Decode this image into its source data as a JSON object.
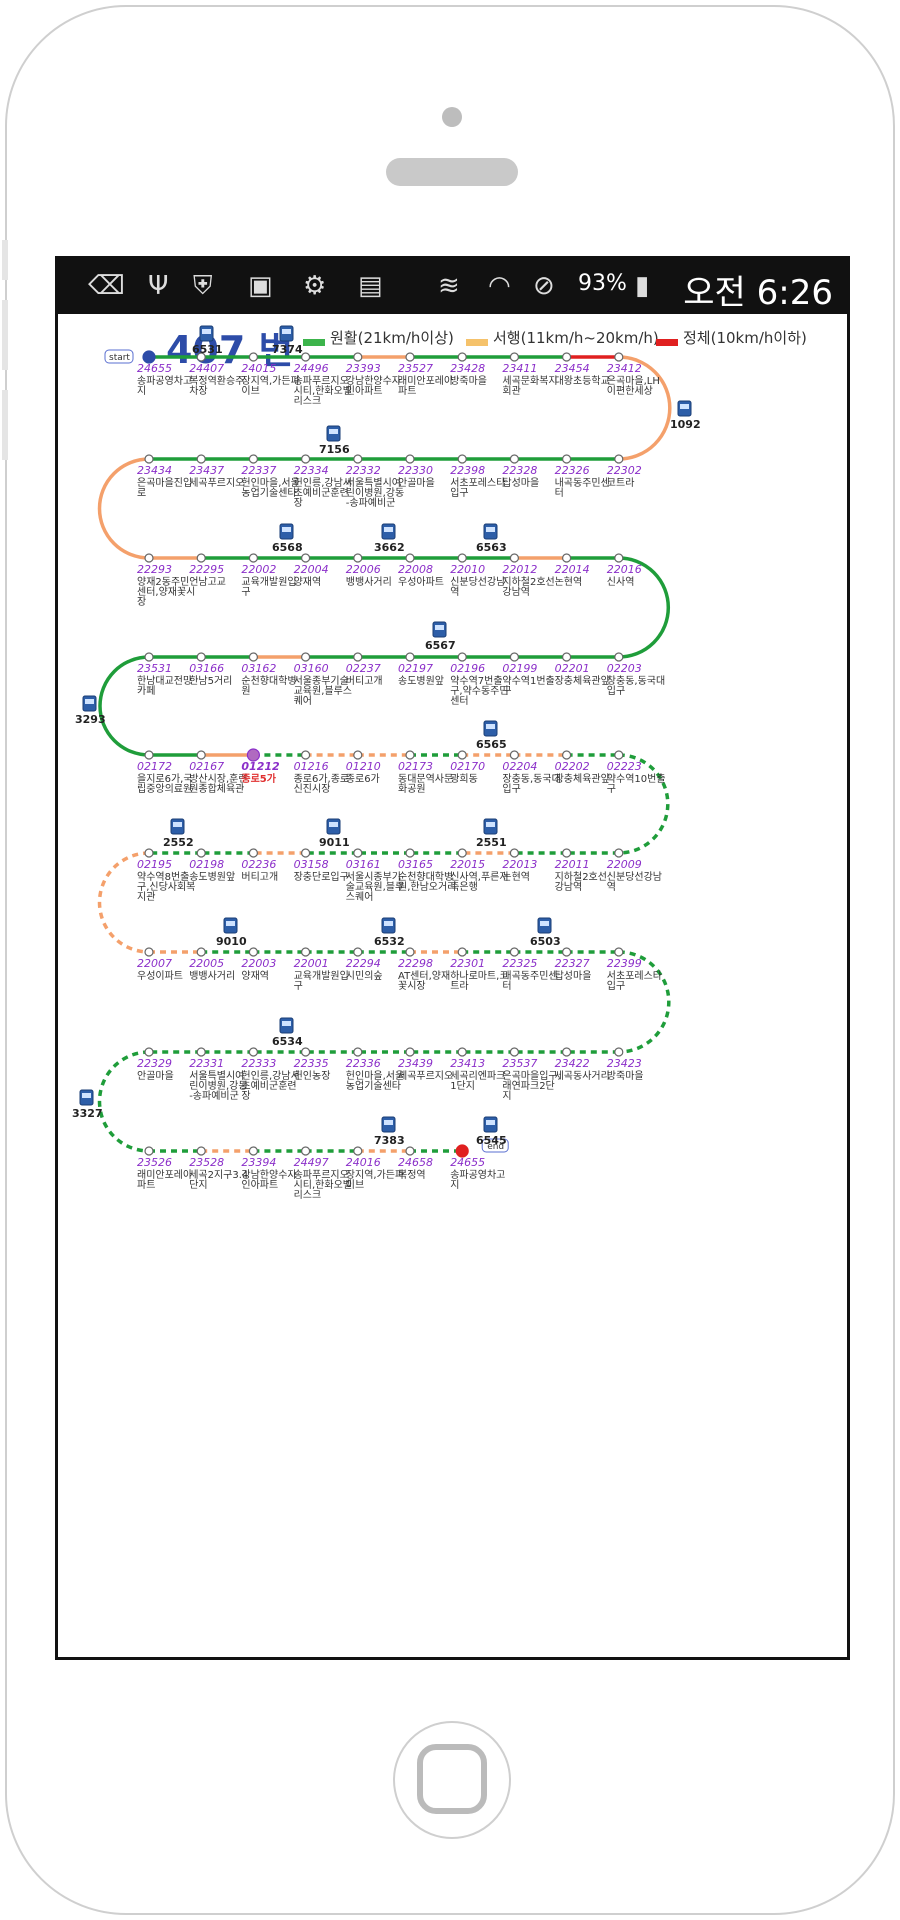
{
  "status_bar": {
    "battery_percent": "93%",
    "time": "오전 6:26",
    "icons": [
      "back-arrow-icon",
      "usb-icon",
      "shield-sync-icon",
      "image-icon",
      "android-debug-icon",
      "no-sim-icon",
      "vibrate-mute-icon",
      "wifi-icon",
      "block-icon",
      "battery-charging-icon"
    ]
  },
  "header": {
    "route_number": "407 번",
    "legend": [
      {
        "label": "원활(21km/h이상)",
        "color": "#3cb44b"
      },
      {
        "label": "서행(11km/h~20km/h)",
        "color": "#f5c26b"
      },
      {
        "label": "정체(10km/h이하)",
        "color": "#e02020"
      }
    ]
  },
  "tags": {
    "start": "start",
    "end": "end"
  },
  "colors": {
    "green": "#1f9d3a",
    "orange": "#f4a06b",
    "red": "#e02020",
    "accent": "#2d4ca8"
  },
  "rows": [
    {
      "stations": [
        {
          "id": "24655",
          "name": "송파공영차고|지",
          "start": true
        },
        {
          "id": "24407",
          "name": "복정역환승주|차장"
        },
        {
          "id": "24015",
          "name": "장지역,가든파|이브"
        },
        {
          "id": "24496",
          "name": "송파푸르지오|시티,한화오벨|리스크"
        },
        {
          "id": "23393",
          "name": "강남한양수자|인아파트"
        },
        {
          "id": "23527",
          "name": "래미안포레아|파트"
        },
        {
          "id": "23428",
          "name": "방죽마을"
        },
        {
          "id": "23411",
          "name": "세곡문화복지|회관"
        },
        {
          "id": "23454",
          "name": "대왕초등학교"
        },
        {
          "id": "23412",
          "name": "은곡마을,LH|이편한세상"
        }
      ],
      "segments": [
        "g",
        "g",
        "g",
        "g",
        "o",
        "g",
        "g",
        "g",
        "r"
      ]
    },
    {
      "stations": [
        {
          "id": "22302",
          "name": "코트라"
        },
        {
          "id": "22326",
          "name": "내곡동주민센|터"
        },
        {
          "id": "22328",
          "name": "탑성마을"
        },
        {
          "id": "22398",
          "name": "서초포레스타|입구"
        },
        {
          "id": "22330",
          "name": "안골마을"
        },
        {
          "id": "22332",
          "name": "서울특별시여|린이병원,강동|-송파예비군"
        },
        {
          "id": "22334",
          "name": "헌인릉,강남서|초예비군훈련|장"
        },
        {
          "id": "22337",
          "name": "헌인마을,서울|농업기술센타"
        },
        {
          "id": "23437",
          "name": "세곡푸르지오"
        },
        {
          "id": "23434",
          "name": "은곡마을진입|로"
        }
      ],
      "segments": [
        "g",
        "g",
        "g",
        "g",
        "g",
        "g",
        "g",
        "g",
        "g"
      ]
    },
    {
      "stations": [
        {
          "id": "22293",
          "name": "양재2동주민|센터,양재꽃시|장"
        },
        {
          "id": "22295",
          "name": "언남고교"
        },
        {
          "id": "22002",
          "name": "교육개발원입|구"
        },
        {
          "id": "22004",
          "name": "양재역"
        },
        {
          "id": "22006",
          "name": "뱅뱅사거리"
        },
        {
          "id": "22008",
          "name": "우성아파트"
        },
        {
          "id": "22010",
          "name": "신분당선강남|역"
        },
        {
          "id": "22012",
          "name": "지하철2호선|강남역"
        },
        {
          "id": "22014",
          "name": "논현역"
        },
        {
          "id": "22016",
          "name": "신사역"
        }
      ],
      "segments": [
        "o",
        "g",
        "g",
        "g",
        "g",
        "g",
        "g",
        "o",
        "g"
      ]
    },
    {
      "stations": [
        {
          "id": "02203",
          "name": "창충동,동국대|입구"
        },
        {
          "id": "02201",
          "name": "장충체육관앞"
        },
        {
          "id": "02199",
          "name": "약수역1번출|구"
        },
        {
          "id": "02196",
          "name": "약수역7번출|구,약수동주민|센터"
        },
        {
          "id": "02197",
          "name": "송도병원앞"
        },
        {
          "id": "02237",
          "name": "버티고개"
        },
        {
          "id": "03160",
          "name": "서울종부기술|교육원,블루스|퀘어"
        },
        {
          "id": "03162",
          "name": "순천향대학병|원"
        },
        {
          "id": "03166",
          "name": "한남5거리"
        },
        {
          "id": "23531",
          "name": "한남대교전망|카페"
        }
      ],
      "segments": [
        "g",
        "g",
        "g",
        "g",
        "g",
        "g",
        "o",
        "g",
        "g"
      ]
    },
    {
      "stations": [
        {
          "id": "02172",
          "name": "을지로6가,국|립중앙의료원"
        },
        {
          "id": "02167",
          "name": "방산시장,훈련|원종합체육관"
        },
        {
          "id": "01212",
          "name": "종로5가",
          "current": true
        },
        {
          "id": "01216",
          "name": "종로6가,종로|신진시장"
        },
        {
          "id": "01210",
          "name": "종로6가"
        },
        {
          "id": "02173",
          "name": "동대문역사문|화공원"
        },
        {
          "id": "02170",
          "name": "광희동"
        },
        {
          "id": "02204",
          "name": "장충동,동국대|입구"
        },
        {
          "id": "02202",
          "name": "장충체육관앞"
        },
        {
          "id": "02223",
          "name": "약수역10번출|구"
        }
      ],
      "segments": [
        "g",
        "o",
        "gd",
        "od",
        "od",
        "gd",
        "od",
        "od",
        "gd"
      ]
    },
    {
      "stations": [
        {
          "id": "22009",
          "name": "신분당선강남|역"
        },
        {
          "id": "22011",
          "name": "지하철2호선|강남역"
        },
        {
          "id": "22013",
          "name": "논현역"
        },
        {
          "id": "22015",
          "name": "신사역,푸른저|축은행"
        },
        {
          "id": "03165",
          "name": "순천향대학병|원,한남오거리"
        },
        {
          "id": "03161",
          "name": "서울시종부기|술교육원,블루|스퀘어"
        },
        {
          "id": "03158",
          "name": "장충단로입구"
        },
        {
          "id": "02236",
          "name": "버티고개"
        },
        {
          "id": "02198",
          "name": "송도병원앞"
        },
        {
          "id": "02195",
          "name": "약수역8번출|구,신당사회복|지관"
        }
      ],
      "segments": [
        "gd",
        "gd",
        "od",
        "gd",
        "gd",
        "gd",
        "od",
        "gd",
        "gd"
      ]
    },
    {
      "stations": [
        {
          "id": "22007",
          "name": "우성이파트"
        },
        {
          "id": "22005",
          "name": "뱅뱅사거리"
        },
        {
          "id": "22003",
          "name": "양재역"
        },
        {
          "id": "22001",
          "name": "교육개발원입|구"
        },
        {
          "id": "22294",
          "name": "시민의숲"
        },
        {
          "id": "22298",
          "name": "AT센터,양재|꽃시장"
        },
        {
          "id": "22301",
          "name": "하나로마트,코|트라"
        },
        {
          "id": "22325",
          "name": "내곡동주민센|터"
        },
        {
          "id": "22327",
          "name": "탑성마을"
        },
        {
          "id": "22399",
          "name": "서초포레스타|입구"
        }
      ],
      "segments": [
        "od",
        "gd",
        "gd",
        "gd",
        "gd",
        "od",
        "gd",
        "gd",
        "gd"
      ]
    },
    {
      "stations": [
        {
          "id": "23423",
          "name": "방죽마을"
        },
        {
          "id": "23422",
          "name": "세곡동사거리"
        },
        {
          "id": "23537",
          "name": "은곡마을입구,|래연파크2단|지"
        },
        {
          "id": "23413",
          "name": "세곡리엔파크|1단지"
        },
        {
          "id": "23439",
          "name": "세곡푸르지오"
        },
        {
          "id": "22336",
          "name": "헌인마을,서울|농업기술센타"
        },
        {
          "id": "22335",
          "name": "헌인농장"
        },
        {
          "id": "22333",
          "name": "헌인릉,강남서|초예비군훈련|장"
        },
        {
          "id": "22331",
          "name": "서울특별시여|린이병원,강동|-송파예비군"
        },
        {
          "id": "22329",
          "name": "안골마을"
        }
      ],
      "segments": [
        "gd",
        "gd",
        "gd",
        "gd",
        "gd",
        "gd",
        "gd",
        "gd",
        "gd"
      ]
    },
    {
      "stations": [
        {
          "id": "23526",
          "name": "래미안포레아|파트"
        },
        {
          "id": "23528",
          "name": "세곡2지구3.4|단지"
        },
        {
          "id": "23394",
          "name": "강남한양수자|인아파트"
        },
        {
          "id": "24497",
          "name": "송파푸르지오|시티,한화오벨|리스크"
        },
        {
          "id": "24016",
          "name": "장지역,가든파|이브"
        },
        {
          "id": "24658",
          "name": "복정역"
        },
        {
          "id": "24655",
          "name": "송파공영차고|지",
          "end": true
        }
      ],
      "segments": [
        "gd",
        "od",
        "gd",
        "gd",
        "od",
        "gd"
      ]
    }
  ],
  "buses": [
    {
      "no": "6531"
    },
    {
      "no": "7374"
    },
    {
      "no": "1092"
    },
    {
      "no": "7156"
    },
    {
      "no": "6568"
    },
    {
      "no": "3662"
    },
    {
      "no": "6563"
    },
    {
      "no": "6567"
    },
    {
      "no": "3293"
    },
    {
      "no": "6565"
    },
    {
      "no": "2552"
    },
    {
      "no": "9011"
    },
    {
      "no": "2551"
    },
    {
      "no": "9010"
    },
    {
      "no": "6532"
    },
    {
      "no": "6503"
    },
    {
      "no": "6534"
    },
    {
      "no": "3327"
    },
    {
      "no": "7383"
    },
    {
      "no": "6545"
    }
  ]
}
